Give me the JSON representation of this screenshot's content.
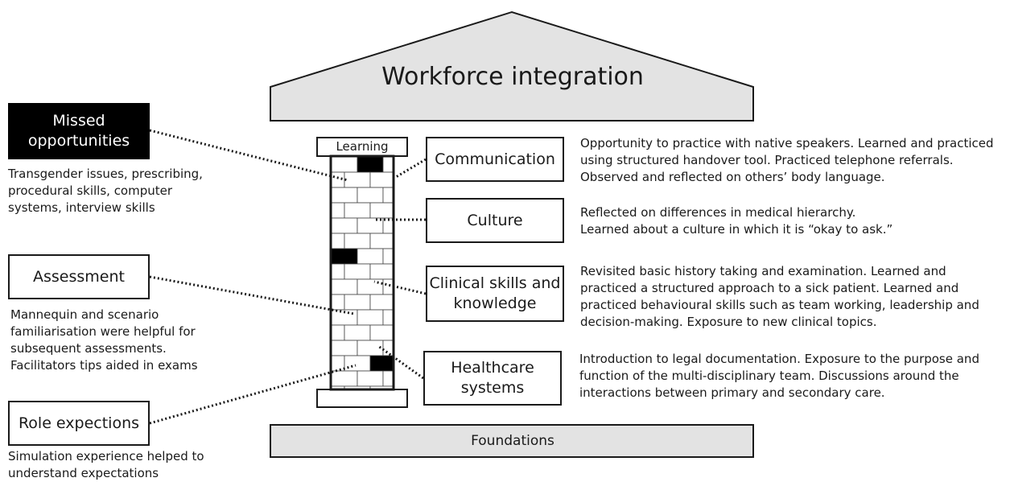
{
  "roof": {
    "title": "Workforce integration"
  },
  "foundation": {
    "label": "Foundations"
  },
  "pillar": {
    "cap_label": "Learning"
  },
  "left": {
    "missed": {
      "label": "Missed\nopportunities",
      "desc": "Transgender issues, prescribing,\nprocedural skills, computer\nsystems, interview skills"
    },
    "assessment": {
      "label": "Assessment",
      "desc": "Mannequin and scenario\nfamiliarisation were helpful for\nsubsequent assessments.\nFacilitators tips aided in exams"
    },
    "role": {
      "label": "Role expections",
      "desc": "Simulation experience helped to\nunderstand expectations"
    }
  },
  "right": {
    "communication": {
      "label": "Communication",
      "desc": "Opportunity to practice with native speakers. Learned and practiced\nusing structured handover tool. Practiced telephone referrals.\nObserved and reflected on others’ body language."
    },
    "culture": {
      "label": "Culture",
      "desc": "Reflected on differences in medical hierarchy.\nLearned about a culture in which it is “okay to ask.”"
    },
    "clinical": {
      "label": "Clinical skills and\nknowledge",
      "desc": "Revisited basic history taking and examination.  Learned and\npracticed a structured approach to a sick patient. Learned and\npracticed behavioural skills such as team working,  leadership and\ndecision-making. Exposure to new clinical topics."
    },
    "healthcare": {
      "label": "Healthcare\nsystems",
      "desc": "Introduction to legal documentation. Exposure to the purpose and\nfunction of the multi-disciplinary team. Discussions around the\ninteractions between primary and secondary care."
    }
  }
}
